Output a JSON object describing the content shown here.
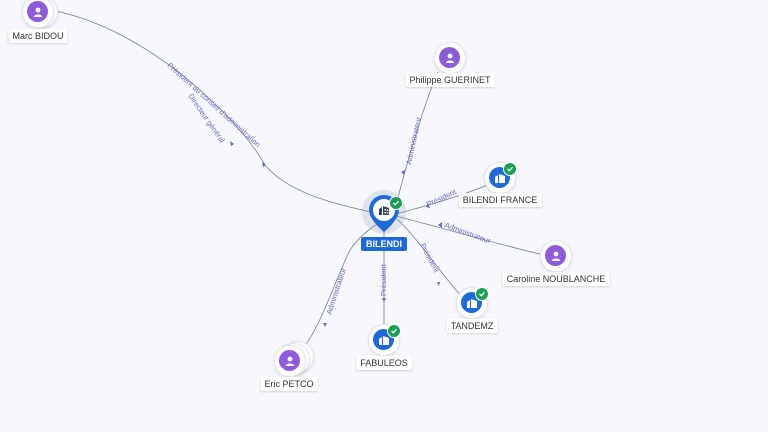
{
  "center": {
    "name": "BILENDI",
    "icon": "building-icon",
    "verified": true
  },
  "companies": [
    {
      "id": "bilendi-france",
      "name": "BILENDI FRANCE",
      "icon": "building-icon",
      "verified": true
    },
    {
      "id": "tandemz",
      "name": "TANDEMZ",
      "icon": "building-icon",
      "verified": true
    },
    {
      "id": "fabuleos",
      "name": "FABULEOS",
      "icon": "building-icon",
      "verified": true
    }
  ],
  "persons": [
    {
      "id": "marc-bidou",
      "name": "Marc BIDOU",
      "icon": "person-icon"
    },
    {
      "id": "philippe-guerinet",
      "name": "Philippe GUERINET",
      "icon": "person-icon"
    },
    {
      "id": "caroline-noublanche",
      "name": "Caroline NOUBLANCHE",
      "icon": "person-icon"
    },
    {
      "id": "eric-petco",
      "name": "Eric PETCO",
      "icon": "person-icon"
    }
  ],
  "edges": [
    {
      "from": "marc-bidou",
      "to": "center",
      "labels": [
        "Président du conseil d'administration",
        "Directeur général"
      ]
    },
    {
      "from": "philippe-guerinet",
      "to": "center",
      "labels": [
        "Administrateur"
      ]
    },
    {
      "from": "center",
      "to": "bilendi-france",
      "labels": [
        "Président"
      ]
    },
    {
      "from": "caroline-noublanche",
      "to": "center",
      "labels": [
        "Administrateur"
      ]
    },
    {
      "from": "center",
      "to": "tandemz",
      "labels": [
        "Président"
      ]
    },
    {
      "from": "center",
      "to": "fabuleos",
      "labels": [
        "Président"
      ]
    },
    {
      "from": "eric-petco",
      "to": "center",
      "labels": [
        "Administrateur"
      ]
    }
  ],
  "colors": {
    "background": "#f6f8fd",
    "person": "#8e5bd9",
    "company": "#1f6ad6",
    "verified": "#1b9f55",
    "edge": "#7a7f8c",
    "edge_label": "#6a6cc4"
  }
}
